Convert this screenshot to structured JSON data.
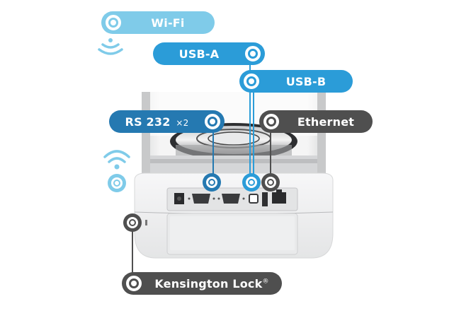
{
  "diagram": {
    "title": "Balance connectivity interfaces",
    "colors": {
      "wifi": "#7fcbe9",
      "usb": "#2b9cd8",
      "rs232": "#2579b1",
      "dark": "#4f4f4f",
      "device_body": "#eeeff0"
    },
    "labels": {
      "wifi": "Wi-Fi",
      "usb_a": "USB-A",
      "usb_b": "USB-B",
      "rs232": "RS 232",
      "rs232_qty": "×2",
      "ethernet": "Ethernet",
      "kensington": "Kensington Lock",
      "kensington_mark": "®"
    },
    "icons": {
      "target": "target-ring-icon",
      "wifi": "wifi-signal-icon"
    }
  }
}
